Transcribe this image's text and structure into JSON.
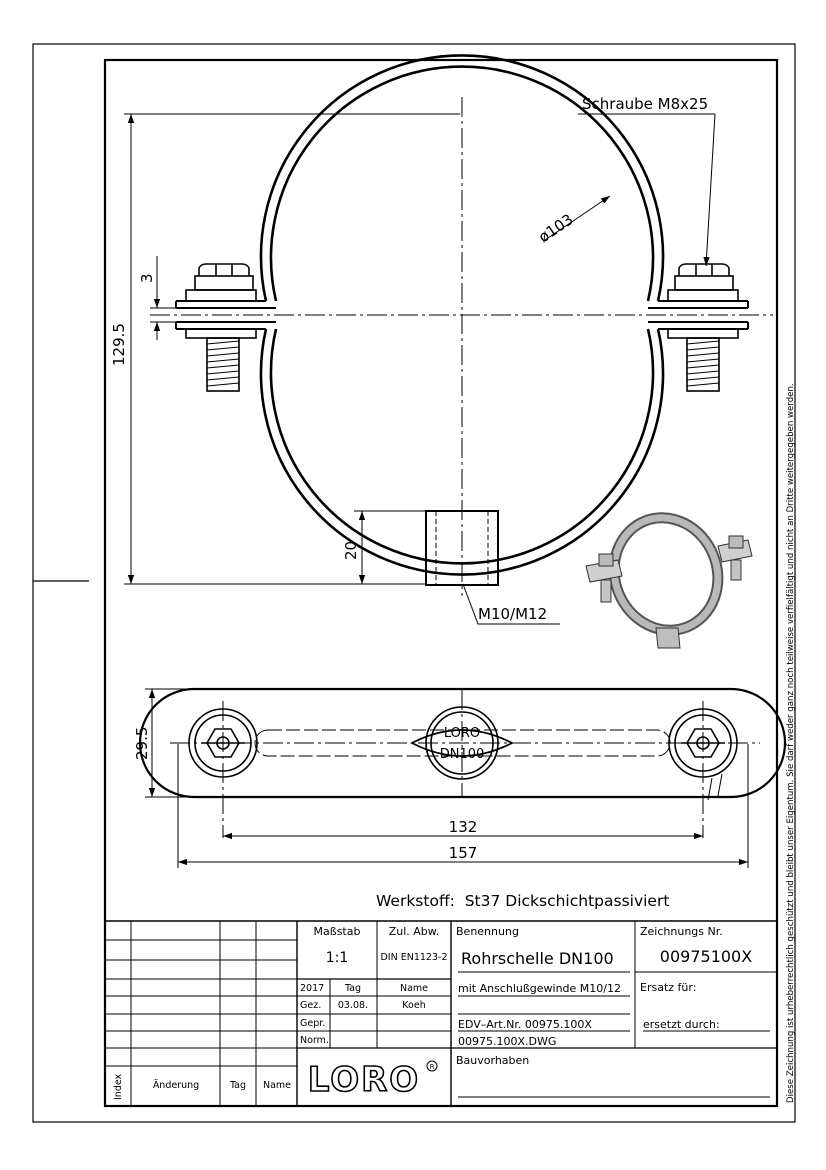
{
  "drawing": {
    "callouts": {
      "screw": "Schraube M8x25",
      "diameter": "ø103",
      "thread": "M10/M12",
      "logo_top": "LORO",
      "logo_bottom": "DN100"
    },
    "dims": {
      "total_height": "129.5",
      "gap": "3",
      "socket_height": "20",
      "plan_height": "29.5",
      "hole_spacing": "132",
      "total_length": "157"
    },
    "material": "Werkstoff:  St37 Dickschichtpassiviert"
  },
  "copyright_note": "Diese Zeichnung ist urheberrechtlich geschützt und bleibt unser Eigentum. Sie darf weder ganz noch teilweise verfielfältigt und nicht an Dritte weitergegeben werden.",
  "title_block": {
    "scale_label": "Maßstab",
    "scale_value": "1:1",
    "tolerance_label": "Zul. Abw.",
    "tolerance_value": "DIN EN1123-2",
    "designation_label": "Benennung",
    "designation_value": "Rohrschelle DN100",
    "drawing_no_label": "Zeichnungs Nr.",
    "drawing_no_value": "00975100X",
    "year": "2017",
    "tag_label": "Tag",
    "name_label": "Name",
    "gez_label": "Gez.",
    "gez_date": "03.08.",
    "gez_name": "Koeh",
    "gepr_label": "Gepr.",
    "norm_label": "Norm.",
    "subtitle": "mit Anschlußgewinde M10/12",
    "replacement_for": "Ersatz für:",
    "article_no": "EDV–Art.Nr. 00975.100X",
    "replaced_by": "ersetzt durch:",
    "file_name": "00975.100X.DWG",
    "project_label": "Bauvorhaben",
    "index_label": "Index",
    "change_label": "Änderung",
    "rev_tag_label": "Tag",
    "rev_name_label": "Name",
    "company_logo": "LORO"
  }
}
